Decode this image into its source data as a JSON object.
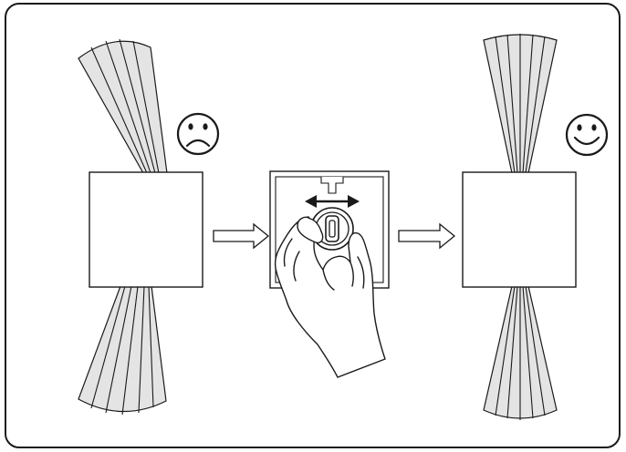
{
  "diagram": {
    "panels": [
      {
        "id": "before",
        "state": "sad",
        "icon": "sad-face-icon"
      },
      {
        "id": "adjust",
        "state": "adjusting",
        "icon": "hand-icon",
        "control": "horizontal-double-arrow-icon"
      },
      {
        "id": "after",
        "state": "happy",
        "icon": "happy-face-icon"
      }
    ],
    "colors": {
      "stroke": "#1a1a1a",
      "beam_fill": "#e4e4e4",
      "background": "#ffffff"
    }
  }
}
